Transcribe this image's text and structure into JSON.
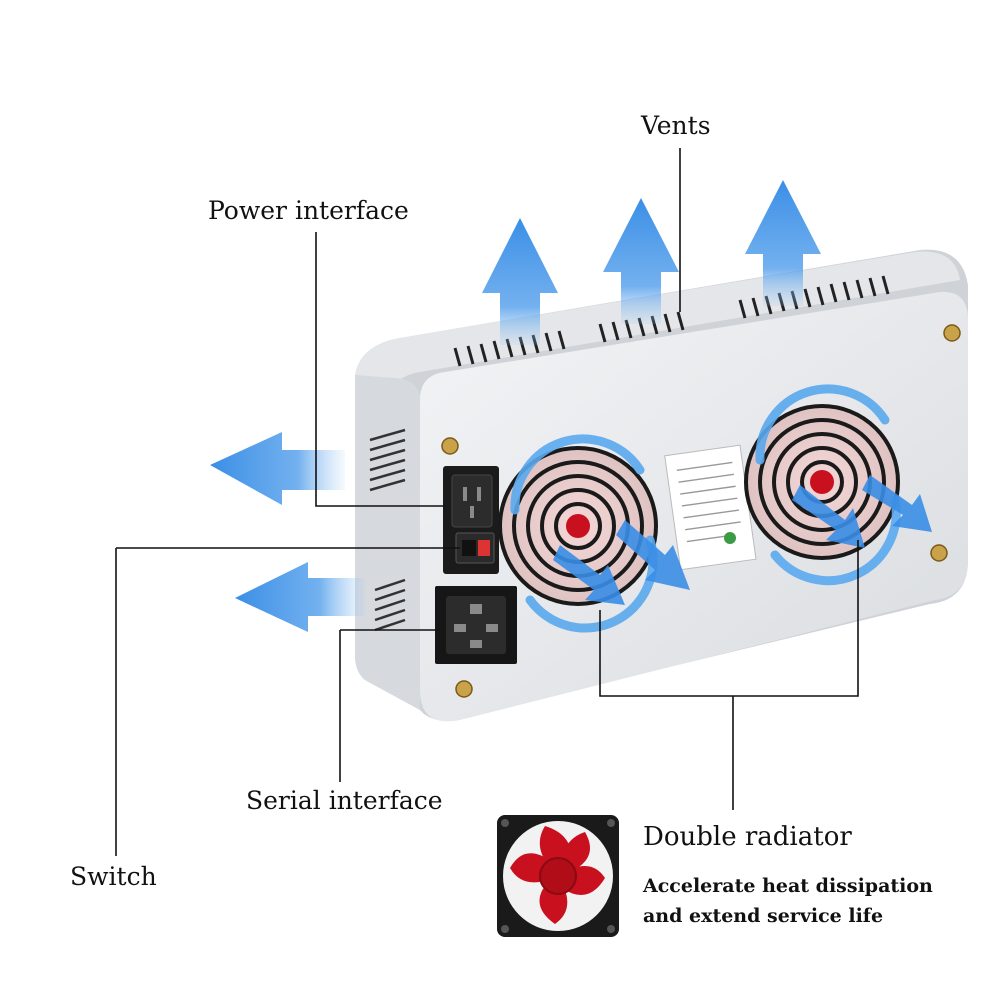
{
  "labels": {
    "vents": "Vents",
    "power_interface": "Power interface",
    "serial_interface": "Serial interface",
    "switch": "Switch",
    "double_radiator": "Double radiator",
    "description_line1": "Accelerate heat dissipation",
    "description_line2": "and extend service life"
  },
  "colors": {
    "airflow_arrow": "#3a8ee6",
    "housing": "#e9ebee",
    "fan_red": "#c8101e",
    "leader_line": "#111111"
  },
  "icons": [
    "airflow-arrow-icon",
    "fan-icon",
    "power-socket-icon",
    "rocker-switch-icon",
    "universal-outlet-icon"
  ]
}
